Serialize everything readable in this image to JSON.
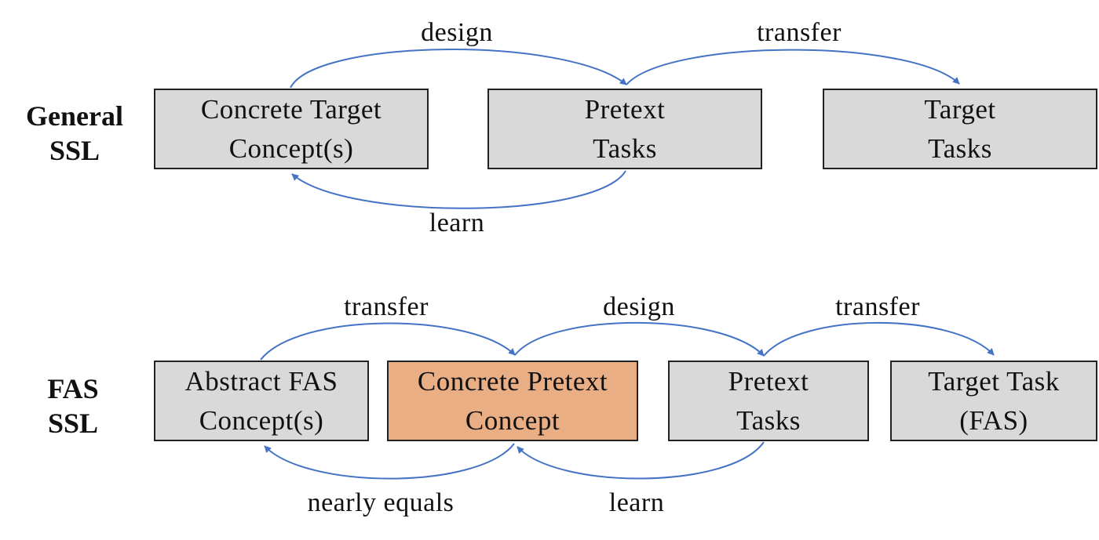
{
  "general": {
    "label_line1": "General",
    "label_line2": "SSL",
    "boxes": [
      {
        "line1": "Concrete Target",
        "line2": "Concept(s)"
      },
      {
        "line1": "Pretext",
        "line2": "Tasks"
      },
      {
        "line1": "Target",
        "line2": "Tasks"
      }
    ],
    "edges": {
      "design": "design",
      "transfer": "transfer",
      "learn": "learn"
    }
  },
  "fas": {
    "label_line1": "FAS",
    "label_line2": "SSL",
    "boxes": [
      {
        "line1": "Abstract FAS",
        "line2": "Concept(s)"
      },
      {
        "line1": "Concrete Pretext",
        "line2": "Concept"
      },
      {
        "line1": "Pretext",
        "line2": "Tasks"
      },
      {
        "line1": "Target Task",
        "line2": "(FAS)"
      }
    ],
    "edges": {
      "transfer_left": "transfer",
      "design": "design",
      "transfer_right": "transfer",
      "nearly_equals": "nearly equals",
      "learn": "learn"
    }
  },
  "colors": {
    "box_fill": "#d9d9d9",
    "highlight_fill": "#eaae85",
    "arrow": "#4472c4"
  }
}
